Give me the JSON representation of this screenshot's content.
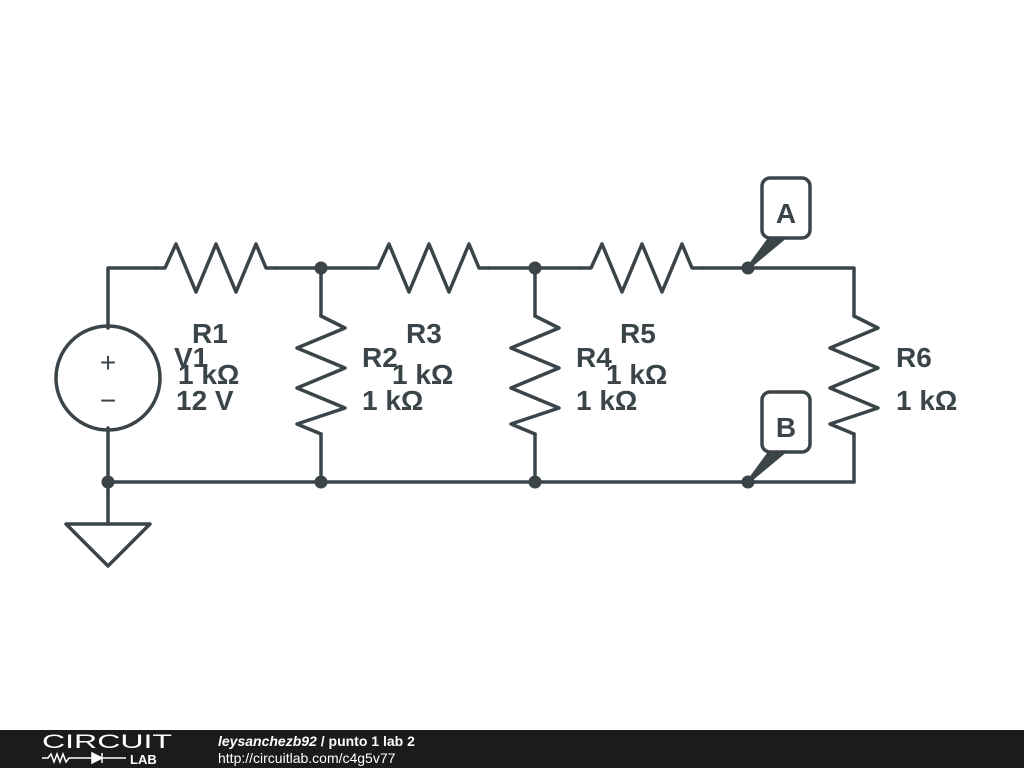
{
  "components": [
    {
      "id": "V1",
      "name": "V1",
      "value": "12 V"
    },
    {
      "id": "R1",
      "name": "R1",
      "value": "1 kΩ"
    },
    {
      "id": "R2",
      "name": "R2",
      "value": "1 kΩ"
    },
    {
      "id": "R3",
      "name": "R3",
      "value": "1 kΩ"
    },
    {
      "id": "R4",
      "name": "R4",
      "value": "1 kΩ"
    },
    {
      "id": "R5",
      "name": "R5",
      "value": "1 kΩ"
    },
    {
      "id": "R6",
      "name": "R6",
      "value": "1 kΩ"
    }
  ],
  "nodes": [
    {
      "id": "A",
      "label": "A"
    },
    {
      "id": "B",
      "label": "B"
    }
  ],
  "source_symbols": {
    "plus": "+",
    "minus": "−"
  },
  "footer": {
    "logo_top": "CIRCUIT",
    "logo_bottom": "LAB",
    "author": "leysanchezb92",
    "separator": " / ",
    "title": "punto 1 lab 2",
    "url": "http://circuitlab.com/c4g5v77"
  },
  "colors": {
    "ink": "#3b4448",
    "background": "#ffffff",
    "footer_bg": "#1b1b1b",
    "footer_text": "#ffffff"
  }
}
